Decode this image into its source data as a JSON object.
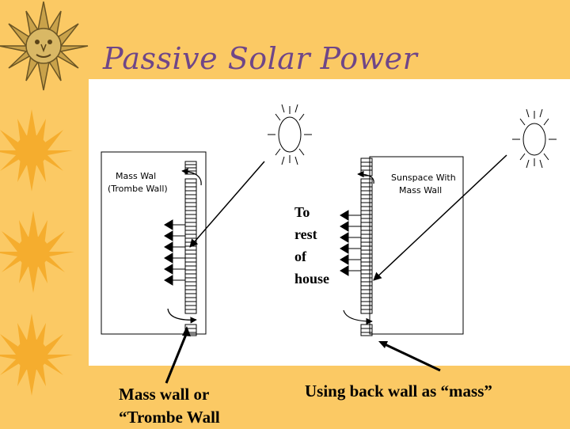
{
  "slide": {
    "title": "Passive Solar Power",
    "colors": {
      "background": "#FBC964",
      "title": "#6F4688",
      "sun_ornament": "#F5AD2E"
    }
  },
  "diagram": {
    "left_panel": {
      "caption_line1": "Mass Wal",
      "caption_line2": "(Trombe Wall)"
    },
    "right_panel": {
      "caption_line1": "Sunspace With",
      "caption_line2": "Mass Wall"
    },
    "center_label": [
      "To",
      "rest",
      "of",
      "house"
    ]
  },
  "annotations": {
    "left_line1": "Mass wall or",
    "left_line2": "“Trombe Wall",
    "right": "Using back wall as “mass”"
  },
  "icons": [
    "sun-face-icon",
    "sun-ornament-icon",
    "sun-icon"
  ]
}
